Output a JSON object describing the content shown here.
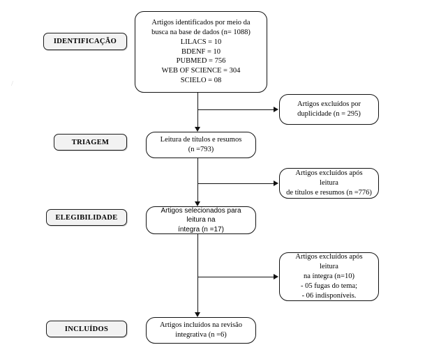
{
  "diagram": {
    "title": "Fluxograma PRISMA de selecao dos artigos",
    "type": "prisma-flowchart",
    "language": "pt-BR",
    "colors": {
      "line": "#111111",
      "box_border": "#111111",
      "box_fill": "#ffffff",
      "label_fill": "#f2f2f2",
      "label_border": "#1a1a1a",
      "text": "#000000",
      "background": "#ffffff"
    },
    "artifact_mark": "/"
  },
  "stages": [
    {
      "id": "identificacao",
      "label": "IDENTIFICAÇÃO"
    },
    {
      "id": "triagem",
      "label": "TRIAGEM"
    },
    {
      "id": "elegibilidade",
      "label": "ELEGIBILIDADE"
    },
    {
      "id": "incluidos",
      "label": "INCLUÍDOS"
    }
  ],
  "main_boxes": [
    {
      "id": "identificados",
      "text": "Artigos identificados por meio da\nbusca na base de dados (n= 1088)\nLILACS = 10\nBDENF = 10\nPUBMED = 756\nWEB OF SCIENCE = 304\nSCIELO = 08",
      "count": 1088,
      "sources": [
        {
          "name": "LILACS",
          "value": 10
        },
        {
          "name": "BDENF",
          "value": 10
        },
        {
          "name": "PUBMED",
          "value": 756
        },
        {
          "name": "WEB OF SCIENCE",
          "value": 304
        },
        {
          "name": "SCIELO",
          "value": "08"
        }
      ]
    },
    {
      "id": "leitura-titulos",
      "text": "Leitura de títulos e resumos\n(n =793)",
      "count": 793
    },
    {
      "id": "selecionados-integra",
      "text": "Artigos selecionados para leitura na\níntegra (n =17)",
      "count": 17
    },
    {
      "id": "incluidos-revisao",
      "text": "Artigos incluídos na revisão\nintegrativa (n =6)",
      "count": 6
    }
  ],
  "excluded_boxes": [
    {
      "id": "excluidos-duplicidade",
      "text": "Artigos excluídos por\nduplicidade (n = 295)",
      "count": 295
    },
    {
      "id": "excluidos-titulos-resumos",
      "text": "Artigos excluídos após leitura\nde títulos e resumos (n =776)",
      "count": 776
    },
    {
      "id": "excluidos-integra",
      "text": "Artigos excluídos após leitura\nna íntegra (n=10)\n- 05 fugas do tema;\n- 06 indisponíveis.",
      "count": 10,
      "reasons": [
        {
          "label": "fugas do tema",
          "value": "05"
        },
        {
          "label": "indisponíveis",
          "value": "06"
        }
      ]
    }
  ]
}
